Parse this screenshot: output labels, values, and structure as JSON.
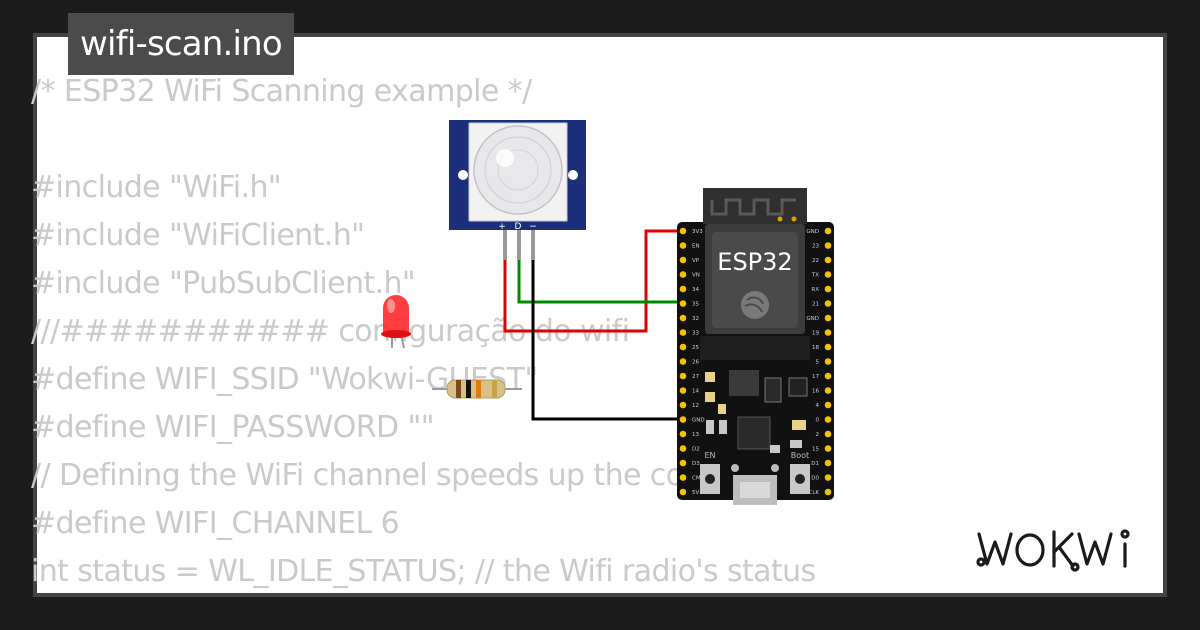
{
  "title": "wifi-scan.ino",
  "code_lines": [
    "/* ESP32 WiFi Scanning example */",
    "",
    "#include \"WiFi.h\"",
    "#include \"WiFiClient.h\"",
    "#include \"PubSubClient.h\"",
    "///########### configuração do wifi",
    "#define WIFI_SSID \"Wokwi-GUEST\"",
    "#define WIFI_PASSWORD \"\"",
    "// Defining the WiFi channel speeds up the connection:",
    "#define WIFI_CHANNEL 6",
    "int status = WL_IDLE_STATUS; // the Wifi radio's status"
  ],
  "board": {
    "label": "ESP32",
    "left_pins": [
      "3V3",
      "EN",
      "VP",
      "VN",
      "34",
      "35",
      "32",
      "33",
      "25",
      "26",
      "27",
      "14",
      "12",
      "GND",
      "13",
      "D2",
      "D3",
      "CMD",
      "5V"
    ],
    "right_pins": [
      "GND",
      "23",
      "22",
      "TX",
      "RX",
      "21",
      "GND",
      "19",
      "18",
      "5",
      "17",
      "16",
      "4",
      "0",
      "2",
      "15",
      "D1",
      "D0",
      "CLK"
    ],
    "button_left": "EN",
    "button_right": "Boot"
  },
  "pir_pins": [
    "+",
    "D",
    "−"
  ],
  "logo": "WOKWI",
  "colors": {
    "wire_red": "#e20000",
    "wire_green": "#008a00",
    "wire_black": "#000000",
    "pir_board": "#1c2f7a",
    "led": "#ff2a2a"
  }
}
